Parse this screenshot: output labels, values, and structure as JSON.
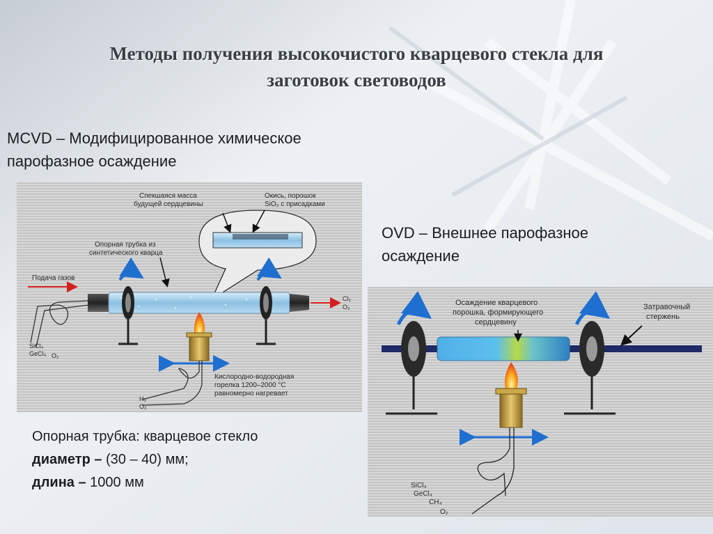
{
  "title": {
    "line1": "Методы получения высокочистого кварцевого стекла для",
    "line2": "заготовок световодов"
  },
  "mcvd": {
    "heading_line1": "MCVD – Модифицированное химическое",
    "heading_line2": "парофазное осаждение",
    "labels": {
      "sintered_mass_1": "Спекшаяся масса",
      "sintered_mass_2": "будущей сердцевины",
      "oxide_1": "Окись, порошок",
      "oxide_2": "SiO₂ с присадками",
      "support_tube_1": "Опорная трубка из",
      "support_tube_2": "синтетического кварца",
      "gas_feed": "Подача газов",
      "cl2": "Cl₂",
      "o2_out": "O₂",
      "sicl4": "SiCl₄",
      "gecl4": "GeCl₄",
      "o2_in": "O₂",
      "burner_1": "Кислородно-водородная",
      "burner_2": "горелка 1200–2000 °С",
      "burner_3": "равномерно нагревает",
      "h2": "H₂",
      "o2_burner": "O₂"
    },
    "notes": {
      "line1": "Опорная трубка: кварцевое стекло",
      "line2_prefix": "диаметр – ",
      "line2_value": " (30 – 40) мм;",
      "line3_prefix": "длина – ",
      "line3_value": "1000 мм"
    }
  },
  "ovd": {
    "heading_line1": "OVD – Внешнее парофазное",
    "heading_line2": "осаждение",
    "labels": {
      "deposit_1": "Осаждение кварцевого",
      "deposit_2": "порошка, формирующего",
      "deposit_3": "сердцевину",
      "seed_1": "Затравочный",
      "seed_2": "стержень",
      "sicl4": "SiCl₄",
      "gecl4": "GeCl₄",
      "ch4": "CH₄",
      "o2": "O₂"
    }
  },
  "colors": {
    "arrow_red": "#d42020",
    "flow_blue": "#1f6fd0",
    "tube": "#9ec7e6",
    "text_dark": "#1a1d22",
    "title_gray": "#3a3f46"
  }
}
